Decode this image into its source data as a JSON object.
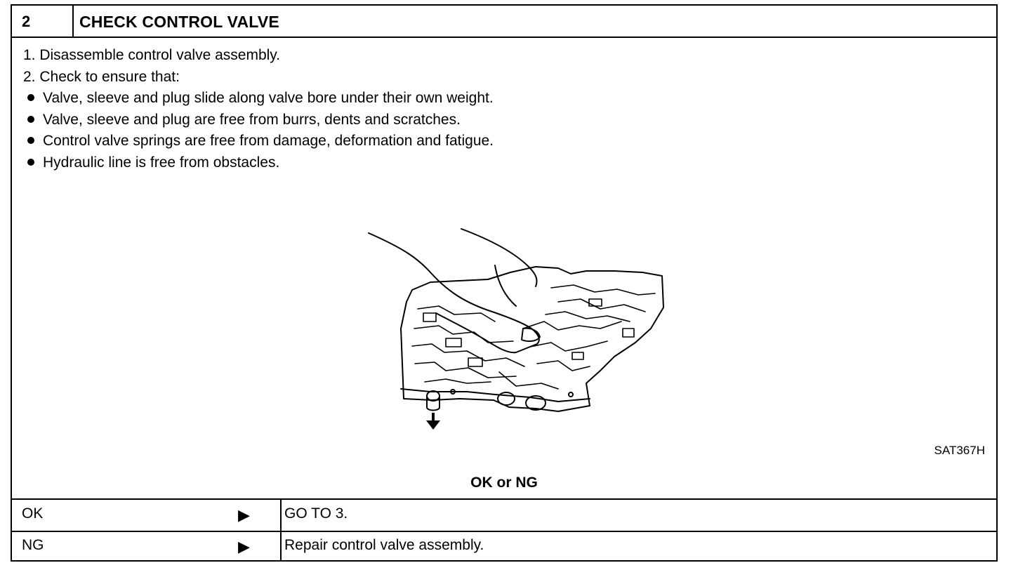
{
  "header": {
    "step_number": "2",
    "title": "CHECK CONTROL VALVE"
  },
  "instructions": {
    "steps": [
      "1.  Disassemble control valve assembly.",
      "2.  Check to ensure that:"
    ],
    "bullets": [
      "Valve, sleeve and plug slide along valve bore under their own weight.",
      "Valve, sleeve and plug are free from burrs, dents and scratches.",
      "Control valve springs are free from damage, deformation and fatigue.",
      "Hydraulic line is free from obstacles."
    ]
  },
  "figure": {
    "code": "SAT367H",
    "illustration": "hand pressing valve in control valve body",
    "arrow_icon": "down-arrow-icon"
  },
  "result": {
    "heading": "OK or NG",
    "rows": [
      {
        "label": "OK",
        "action": "GO TO 3."
      },
      {
        "label": "NG",
        "action": "Repair control valve assembly."
      }
    ]
  },
  "colors": {
    "ink": "#000000",
    "paper": "#ffffff"
  }
}
